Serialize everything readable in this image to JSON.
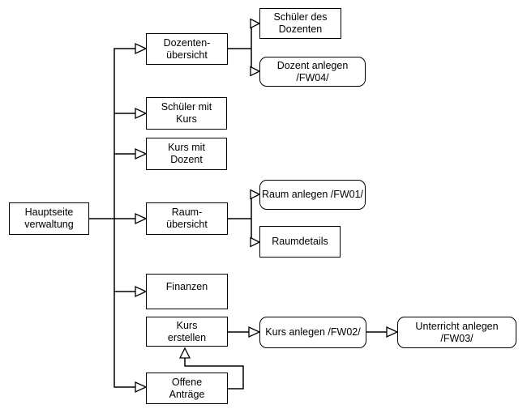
{
  "diagram": {
    "colors": {
      "background": "#ffffff",
      "node_fill": "#ffffff",
      "stroke": "#000000",
      "text": "#000000"
    },
    "nodes": {
      "hauptseite": {
        "label": "Hauptseite\nverwaltung",
        "shape": "rectangle"
      },
      "dozenten_uebersicht": {
        "label": "Dozenten-\nübersicht",
        "shape": "rectangle"
      },
      "schueler_des_dozenten": {
        "label": "Schüler des\nDozenten",
        "shape": "rectangle"
      },
      "dozent_anlegen": {
        "label": "Dozent anlegen /FW04/",
        "shape": "rounded"
      },
      "schueler_mit_kurs": {
        "label": "Schüler mit\nKurs",
        "shape": "rectangle"
      },
      "kurs_mit_dozent": {
        "label": "Kurs mit\nDozent",
        "shape": "rectangle"
      },
      "raum_uebersicht": {
        "label": "Raum-\nübersicht",
        "shape": "rectangle"
      },
      "raum_anlegen": {
        "label": "Raum anlegen /FW01/",
        "shape": "rounded"
      },
      "raumdetails": {
        "label": "Raumdetails",
        "shape": "rectangle"
      },
      "finanzen": {
        "label": "Finanzen",
        "shape": "rectangle"
      },
      "kurs_erstellen": {
        "label": "Kurs\nerstellen",
        "shape": "rectangle"
      },
      "offene_antraege": {
        "label": "Offene\nAnträge",
        "shape": "rectangle"
      },
      "kurs_anlegen": {
        "label": "Kurs anlegen /FW02/",
        "shape": "rounded"
      },
      "unterricht_anlegen": {
        "label": "Unterricht anlegen /FW03/",
        "shape": "rounded"
      }
    },
    "edges": [
      {
        "from": "hauptseite",
        "to": "dozenten_uebersicht",
        "arrow": "open-triangle"
      },
      {
        "from": "hauptseite",
        "to": "schueler_mit_kurs",
        "arrow": "open-triangle"
      },
      {
        "from": "hauptseite",
        "to": "kurs_mit_dozent",
        "arrow": "open-triangle"
      },
      {
        "from": "hauptseite",
        "to": "raum_uebersicht",
        "arrow": "open-triangle"
      },
      {
        "from": "hauptseite",
        "to": "finanzen",
        "arrow": "open-triangle"
      },
      {
        "from": "hauptseite",
        "to": "offene_antraege",
        "arrow": "open-triangle"
      },
      {
        "from": "dozenten_uebersicht",
        "to": "schueler_des_dozenten",
        "arrow": "open-triangle"
      },
      {
        "from": "dozenten_uebersicht",
        "to": "dozent_anlegen",
        "arrow": "open-triangle"
      },
      {
        "from": "raum_uebersicht",
        "to": "raum_anlegen",
        "arrow": "open-triangle"
      },
      {
        "from": "raum_uebersicht",
        "to": "raumdetails",
        "arrow": "open-triangle"
      },
      {
        "from": "kurs_erstellen",
        "to": "kurs_anlegen",
        "arrow": "open-triangle"
      },
      {
        "from": "kurs_anlegen",
        "to": "unterricht_anlegen",
        "arrow": "open-triangle"
      },
      {
        "from": "offene_antraege",
        "to": "kurs_erstellen",
        "arrow": "open-triangle"
      }
    ]
  }
}
